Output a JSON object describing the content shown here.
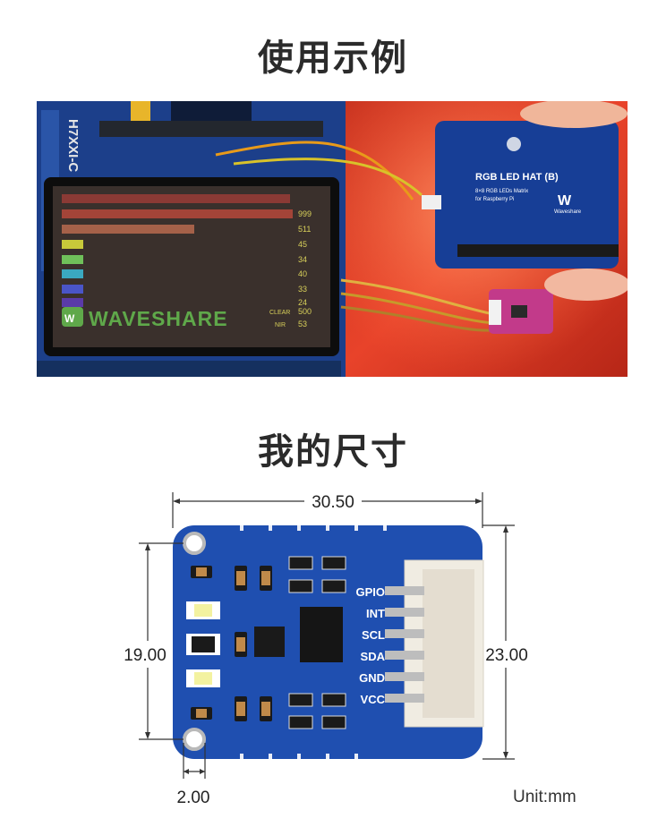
{
  "headings": {
    "usage_example": "使用示例",
    "dimensions": "我的尺寸"
  },
  "photo": {
    "board_silk": "H7XXI-C",
    "screen": {
      "value_labels": [
        "999",
        "511",
        "45",
        "34",
        "40",
        "33",
        "24"
      ],
      "footer": [
        {
          "label": "CLEAR",
          "value": "500"
        },
        {
          "label": "NIR",
          "value": "53"
        }
      ],
      "brand": "WAVESHARE"
    },
    "hat": {
      "title": "RGB LED HAT (B)",
      "line1": "8×8 RGB LEDs Matrix",
      "line2": "for Raspberry Pi",
      "brand": "Waveshare"
    }
  },
  "dimensions": {
    "width": "30.50",
    "height_inner": "19.00",
    "height_outer": "23.00",
    "hole": "2.00",
    "unit": "Unit:mm"
  },
  "pins": [
    "GPIO",
    "INT",
    "SCL",
    "SDA",
    "GND",
    "VCC"
  ],
  "colors": {
    "pcb": "#1f4fb0",
    "background": "#ffffff",
    "text": "#2b2b2b",
    "accent_red": "#e2351f",
    "screen_green": "#5fa84a"
  }
}
